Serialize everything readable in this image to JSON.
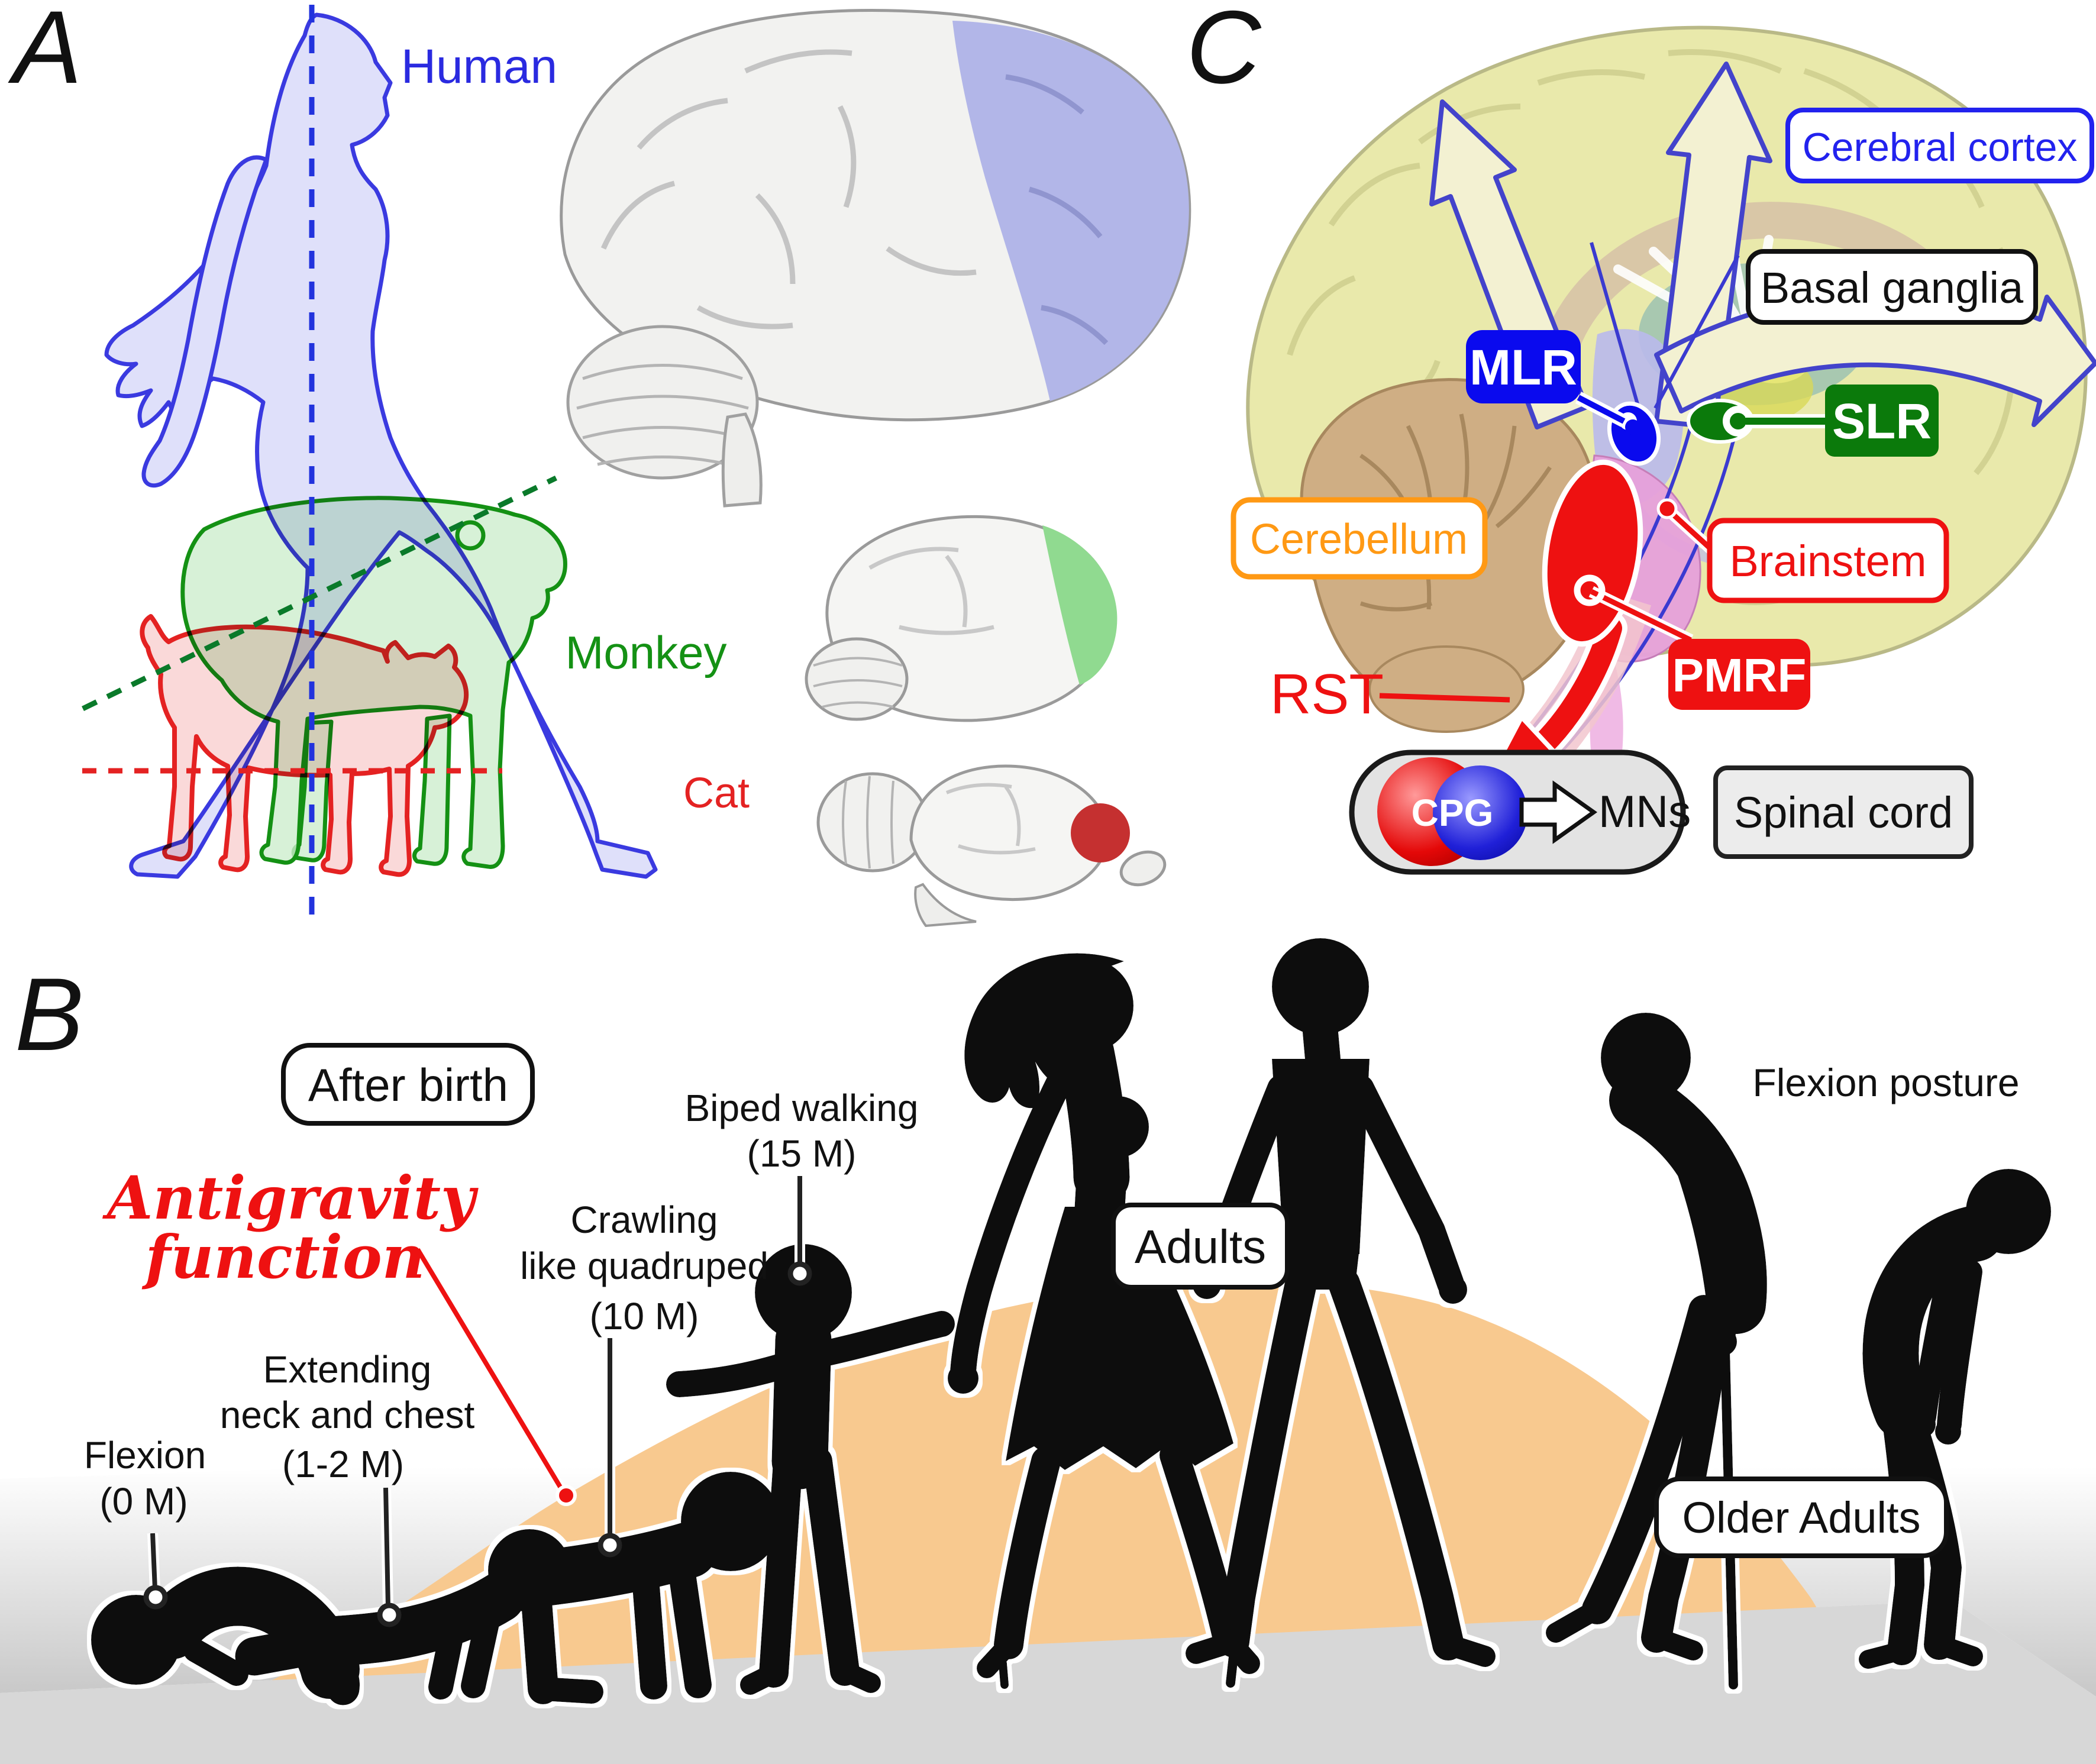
{
  "panel_a": {
    "letter": "A",
    "human_label": "Human",
    "monkey_label": "Monkey",
    "cat_label": "Cat"
  },
  "panel_b": {
    "letter": "B",
    "after_birth": "After birth",
    "antigravity_line1": "Antigravity",
    "antigravity_line2": "function",
    "flexion_line1": "Flexion",
    "flexion_line2": "(0 M)",
    "extending_line1": "Extending",
    "extending_line2": "neck and chest",
    "extending_line3": "(1-2 M)",
    "crawling_line1": "Crawling",
    "crawling_line2": "like quadruped",
    "crawling_line3": "(10 M)",
    "biped_line1": "Biped walking",
    "biped_line2": "(15 M)",
    "adults": "Adults",
    "older_adults": "Older Adults",
    "flexion_posture": "Flexion posture"
  },
  "panel_c": {
    "letter": "C",
    "cerebral_cortex": "Cerebral cortex",
    "basal_ganglia": "Basal ganglia",
    "mlr": "MLR",
    "slr": "SLR",
    "cerebellum": "Cerebellum",
    "brainstem": "Brainstem",
    "pmrf": "PMRF",
    "rst": "RST",
    "cpg": "CPG",
    "mns": "MNs",
    "spinal_cord": "Spinal cord"
  },
  "colors": {
    "human_blue": "#2a2ae0",
    "monkey_green": "#149114",
    "cat_red": "#e42222",
    "label_blue": "#2222ee",
    "mlr_blue_bg": "#0a0aee",
    "slr_green_bg": "#0b7a0b",
    "cerebellum_orange": "#ff9914",
    "red": "#ee1111",
    "hump_orange": "#f8c98f",
    "cortex_yellow": "#e9e9ab"
  }
}
